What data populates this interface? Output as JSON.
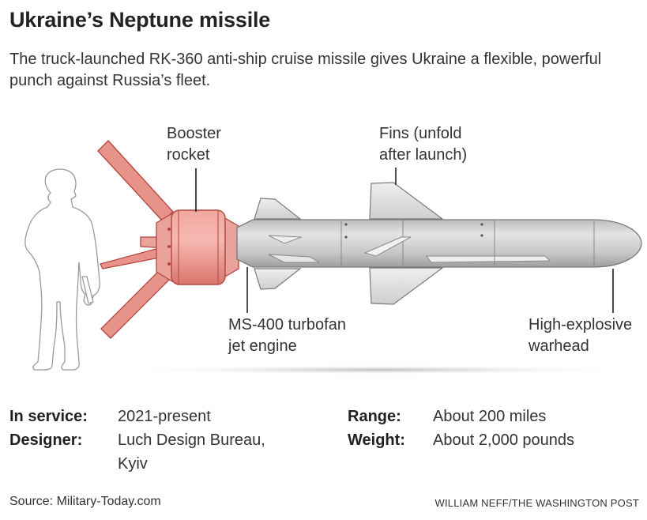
{
  "title": "Ukraine’s Neptune missile",
  "subtitle": "The truck-launched RK-360 anti-ship cruise missile gives Ukraine a flexible, powerful punch against Russia’s fleet.",
  "labels": {
    "booster": [
      "Booster",
      "rocket"
    ],
    "fins": [
      "Fins (unfold",
      "after launch)"
    ],
    "engine": [
      "MS-400 turbofan",
      "jet engine"
    ],
    "warhead": [
      "High-explosive",
      "warhead"
    ]
  },
  "specs": {
    "left": [
      {
        "key": "In service:",
        "value": "2021-present"
      },
      {
        "key": "Designer:",
        "value": "Luch Design Bureau,",
        "value2": "Kyiv"
      }
    ],
    "right": [
      {
        "key": "Range:",
        "value": "About 200 miles"
      },
      {
        "key": "Weight:",
        "value": "About 2,000 pounds"
      }
    ]
  },
  "source": "Source: Military-Today.com",
  "credit": "WILLIAM NEFF/THE WASHINGTON POST",
  "icons": {
    "soldier": "soldier-silhouette-icon"
  },
  "colors": {
    "booster": "#e8938a",
    "booster_stroke": "#b3463f",
    "body": "#c9c9c9",
    "fins": "#e2e2e2"
  }
}
